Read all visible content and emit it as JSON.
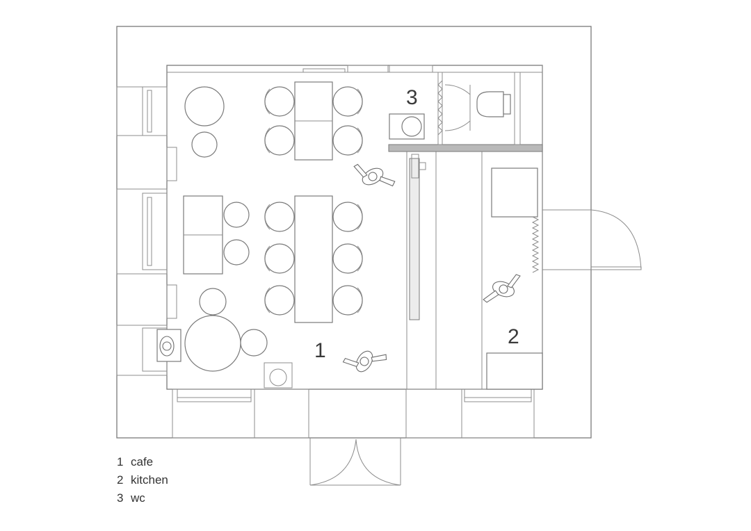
{
  "rooms": {
    "cafe_number": "1",
    "kitchen_number": "2",
    "wc_number": "3"
  },
  "legend": [
    {
      "number": "1",
      "label": "cafe"
    },
    {
      "number": "2",
      "label": "kitchen"
    },
    {
      "number": "3",
      "label": "wc"
    }
  ]
}
